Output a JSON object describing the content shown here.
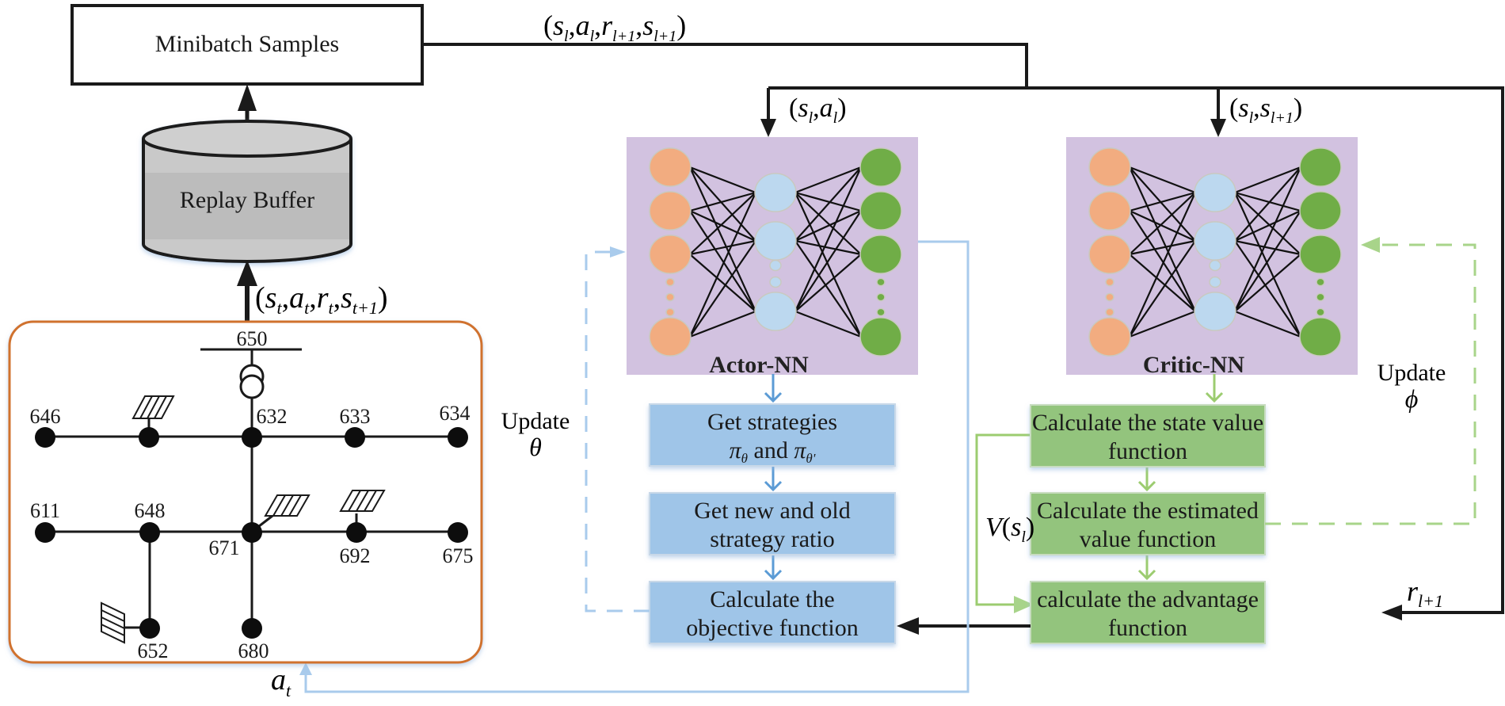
{
  "colors": {
    "black": "#1a1a1a",
    "orange_frame": "#d0722e",
    "nn_bg": "#d2c2e0",
    "input_node": "#f2ac80",
    "hidden_node": "#bcd8ef",
    "output_node": "#70ad47",
    "actor_box": "#9fc5e8",
    "actor_arrow": "#5b9bd5",
    "actor_dash": "#a9cbec",
    "critic_box": "#93c47d",
    "critic_arrow": "#9ccc70",
    "buffer_fill": "#c6c6c6"
  },
  "minibatch": {
    "label": "Minibatch Samples"
  },
  "replay_buffer": {
    "label": "Replay Buffer"
  },
  "labels": {
    "minibatch_tuple": {
      "open": "(",
      "s": "s",
      "s_sub": "l",
      "c1": ",",
      "a": "a",
      "a_sub": "l",
      "c2": ",",
      "r": "r",
      "r_sub": "l+1",
      "c3": ",",
      "s2": "s",
      "s2_sub": "l+1",
      "close": ")"
    },
    "actor_input": {
      "open": "(",
      "s": "s",
      "s_sub": "l",
      "c1": ",",
      "a": "a",
      "a_sub": "l",
      "close": ")"
    },
    "critic_input": {
      "open": "(",
      "s": "s",
      "s_sub": "l",
      "c1": ",",
      "s2": "s",
      "s2_sub": "l+1",
      "close": ")"
    },
    "transition": {
      "open": "(",
      "s": "s",
      "s_sub": "t",
      "c1": ",",
      "a": "a",
      "a_sub": "t",
      "c2": ",",
      "r": "r",
      "r_sub": "t",
      "c3": ",",
      "s2": "s",
      "s2_sub": "t+1",
      "close": ")"
    },
    "action": {
      "a": "a",
      "a_sub": "t"
    },
    "value": {
      "V": "V",
      "open": "(",
      "s": "s",
      "s_sub": "l",
      "close": ")"
    },
    "reward": {
      "r": "r",
      "r_sub": "l+1"
    },
    "update_theta": {
      "word": "Update",
      "symbol": "θ"
    },
    "update_phi": {
      "word": "Update",
      "symbol": "ϕ"
    }
  },
  "actor": {
    "title": "Actor-NN",
    "steps": [
      {
        "line1": "Get  strategies",
        "line2_pre": "π",
        "line2_sub1": "θ",
        "line2_mid": " and ",
        "line2_pi2": "π",
        "line2_sub2": "θ'"
      },
      {
        "line1": "Get new and old",
        "line2": "strategy ratio"
      },
      {
        "line1": "Calculate the",
        "line2": "objective function"
      }
    ]
  },
  "critic": {
    "title": "Critic-NN",
    "steps": [
      {
        "line1": "Calculate the state value",
        "line2": "function"
      },
      {
        "line1": "Calculate  the estimated",
        "line2": "value function"
      },
      {
        "line1": "calculate the advantage",
        "line2": "function"
      }
    ]
  },
  "grid": {
    "nodes": [
      {
        "id": "646",
        "label": "646"
      },
      {
        "id": "pv1",
        "label": ""
      },
      {
        "id": "632",
        "label": "632"
      },
      {
        "id": "633",
        "label": "633"
      },
      {
        "id": "634",
        "label": "634"
      },
      {
        "id": "611",
        "label": "611"
      },
      {
        "id": "648",
        "label": "648"
      },
      {
        "id": "671",
        "label": "671"
      },
      {
        "id": "692",
        "label": "692"
      },
      {
        "id": "675",
        "label": "675"
      },
      {
        "id": "652",
        "label": "652"
      },
      {
        "id": "680",
        "label": "680"
      }
    ],
    "source_bus": "650"
  }
}
